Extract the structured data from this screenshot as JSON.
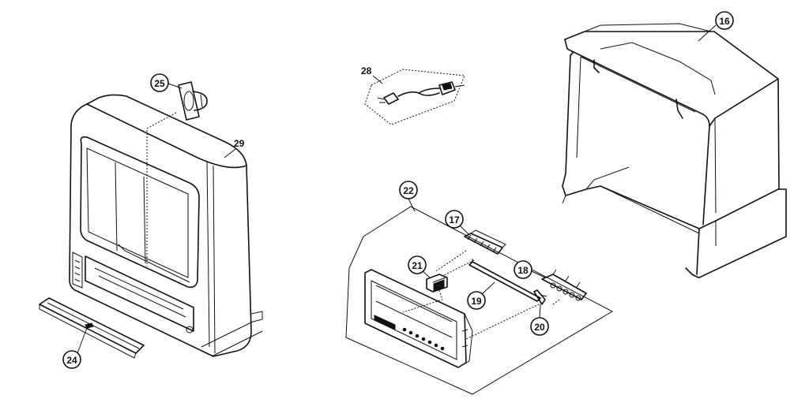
{
  "callouts": {
    "p16": "16",
    "p17": "17",
    "p18": "18",
    "p19": "19",
    "p20": "20",
    "p21": "21",
    "p22": "22",
    "p24": "24",
    "p25": "25",
    "p28": "28",
    "p29": "29"
  }
}
